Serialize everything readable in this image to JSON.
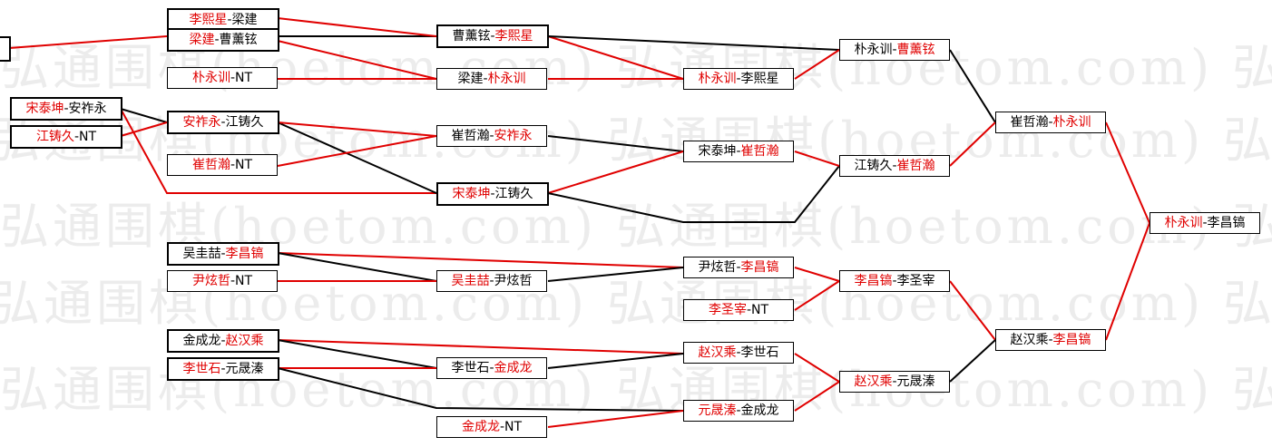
{
  "watermark": "弘通围棋(hoetom.com) 弘通围棋(hoetom.com) 弘通围棋(hoetom.com)",
  "colors": {
    "winner": "#e00000",
    "loser": "#000000"
  },
  "matches": [
    {
      "id": "a1",
      "first": "宋泰坤",
      "second": "安祚永",
      "winner": "first"
    },
    {
      "id": "a2",
      "first": "江铸久",
      "second": "NT",
      "winner": "first"
    },
    {
      "id": "b1",
      "first": "李熙星",
      "second": "梁建",
      "winner": "first"
    },
    {
      "id": "b2",
      "first": "梁建",
      "second": "曹薰铉",
      "winner": "first"
    },
    {
      "id": "b3",
      "first": "朴永训",
      "second": "NT",
      "winner": "first"
    },
    {
      "id": "b4",
      "first": "安祚永",
      "second": "江铸久",
      "winner": "first"
    },
    {
      "id": "b5",
      "first": "崔哲瀚",
      "second": "NT",
      "winner": "first"
    },
    {
      "id": "b6",
      "first": "吴圭喆",
      "second": "李昌镐",
      "winner": "second"
    },
    {
      "id": "b7",
      "first": "尹炫哲",
      "second": "NT",
      "winner": "first"
    },
    {
      "id": "b8",
      "first": "金成龙",
      "second": "赵汉乘",
      "winner": "second"
    },
    {
      "id": "b9",
      "first": "李世石",
      "second": "元晟溱",
      "winner": "first"
    },
    {
      "id": "c1",
      "first": "曹薰铉",
      "second": "李熙星",
      "winner": "second"
    },
    {
      "id": "c2",
      "first": "梁建",
      "second": "朴永训",
      "winner": "second"
    },
    {
      "id": "c3",
      "first": "崔哲瀚",
      "second": "安祚永",
      "winner": "second"
    },
    {
      "id": "c4",
      "first": "宋泰坤",
      "second": "江铸久",
      "winner": "first"
    },
    {
      "id": "c5",
      "first": "吴圭喆",
      "second": "尹炫哲",
      "winner": "first"
    },
    {
      "id": "c6",
      "first": "李世石",
      "second": "金成龙",
      "winner": "second"
    },
    {
      "id": "c7",
      "first": "金成龙",
      "second": "NT",
      "winner": "first"
    },
    {
      "id": "d1",
      "first": "朴永训",
      "second": "李熙星",
      "winner": "first"
    },
    {
      "id": "d2",
      "first": "宋泰坤",
      "second": "崔哲瀚",
      "winner": "second"
    },
    {
      "id": "d3",
      "first": "尹炫哲",
      "second": "李昌镐",
      "winner": "second"
    },
    {
      "id": "d4",
      "first": "李圣宰",
      "second": "NT",
      "winner": "first"
    },
    {
      "id": "d5",
      "first": "赵汉乘",
      "second": "李世石",
      "winner": "first"
    },
    {
      "id": "d6",
      "first": "元晟溱",
      "second": "金成龙",
      "winner": "first"
    },
    {
      "id": "e1",
      "first": "朴永训",
      "second": "曹薰铉",
      "winner": "second"
    },
    {
      "id": "e2",
      "first": "江铸久",
      "second": "崔哲瀚",
      "winner": "second"
    },
    {
      "id": "e3",
      "first": "李昌镐",
      "second": "李圣宰",
      "winner": "first"
    },
    {
      "id": "e4",
      "first": "赵汉乘",
      "second": "元晟溱",
      "winner": "first"
    },
    {
      "id": "f1",
      "first": "崔哲瀚",
      "second": "朴永训",
      "winner": "second"
    },
    {
      "id": "f2",
      "first": "赵汉乘",
      "second": "李昌镐",
      "winner": "second"
    },
    {
      "id": "g1",
      "first": "朴永训",
      "second": "李昌镐",
      "winner": "first"
    }
  ]
}
